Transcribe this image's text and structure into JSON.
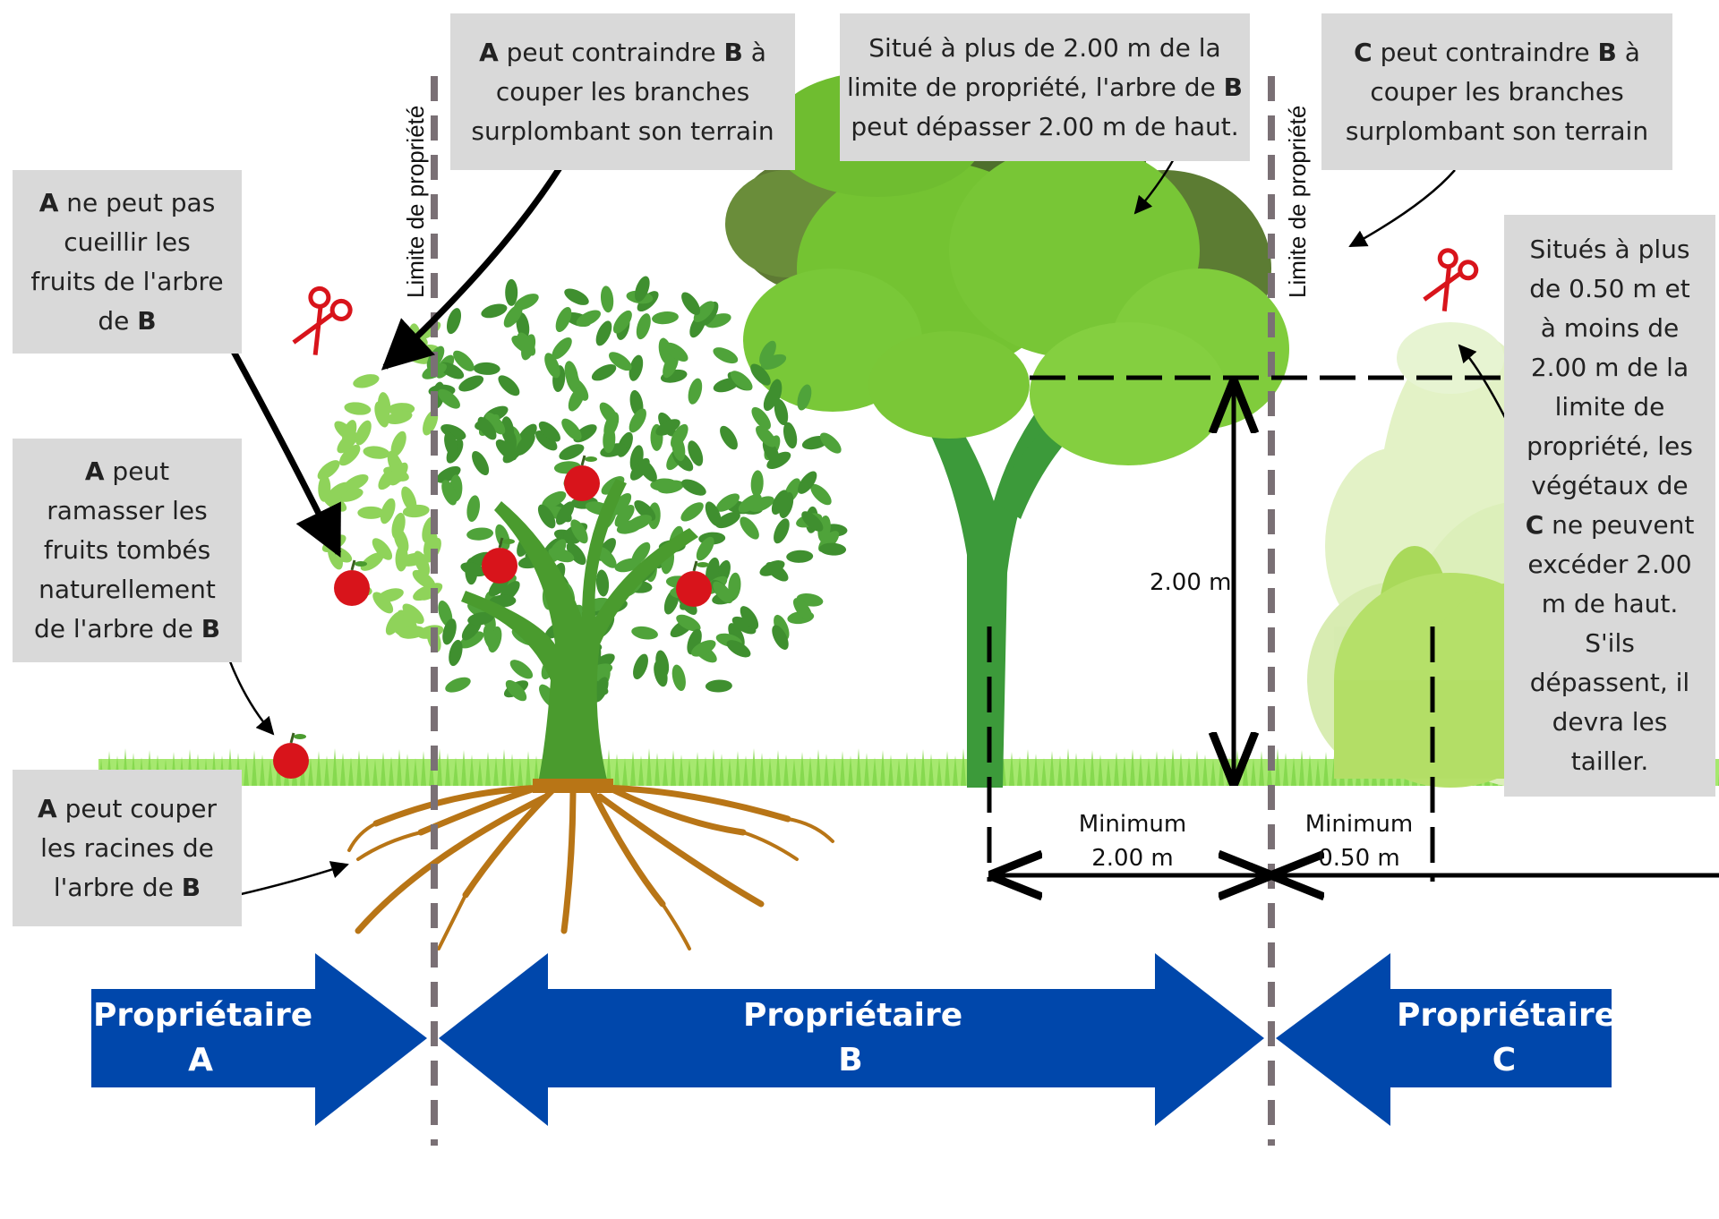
{
  "boundary_label": "Limite de propriété",
  "callouts": {
    "a_cannot_pick": [
      "A",
      " ne peut pas",
      "cueillir les",
      "fruits de l'arbre",
      "de ",
      "B"
    ],
    "a_can_collect": [
      "A",
      " peut",
      "ramasser les",
      "fruits tombés",
      "naturellement",
      "de l'arbre de ",
      "B"
    ],
    "a_can_cut_roots": [
      "A",
      " peut  couper",
      "les  racines de",
      "l'arbre de ",
      "B"
    ],
    "a_can_force_b": [
      "A",
      " peut  contraindre ",
      "B",
      " à",
      "couper les branches",
      "surplombant son terrain"
    ],
    "b_tree_height": [
      "Situé à plus de 2.00 m de la",
      "limite de propriété, l'arbre de ",
      "B",
      "peut dépasser 2.00 m de haut."
    ],
    "c_can_force_b": [
      "C",
      " peut  contraindre ",
      "B",
      " à",
      "couper les branches",
      "surplombant son terrain"
    ],
    "c_plants_rule": [
      "Situés à plus",
      "de 0.50 m et",
      "à moins de",
      "2.00 m de la",
      "limite de",
      "propriété, les",
      "végétaux de",
      "C",
      " ne peuvent",
      "excéder 2.00",
      "m de haut.",
      "S'ils",
      "dépassent, il",
      "devra les",
      "tailler."
    ]
  },
  "dimensions": {
    "height": "2.00 m",
    "min_b_line1": "Minimum",
    "min_b_line2": "2.00 m",
    "min_c_line1": "Minimum",
    "min_c_line2": "0.50 m"
  },
  "owners": {
    "a": {
      "line1": "Propriétaire",
      "line2": "A"
    },
    "b": {
      "line1": "Propriétaire",
      "line2": "B"
    },
    "c": {
      "line1": "Propriétaire",
      "line2": "C"
    }
  },
  "colors": {
    "arrow_blue": "#0047ab",
    "boundary_gray": "#7a7075",
    "callout_gray": "#d9d9d9",
    "leaf_dark": "#3f8f2f",
    "leaf_light": "#7ccb3a",
    "apple_red": "#d8141b",
    "root_brown": "#b87516",
    "grass_green": "#8ddf5a"
  }
}
